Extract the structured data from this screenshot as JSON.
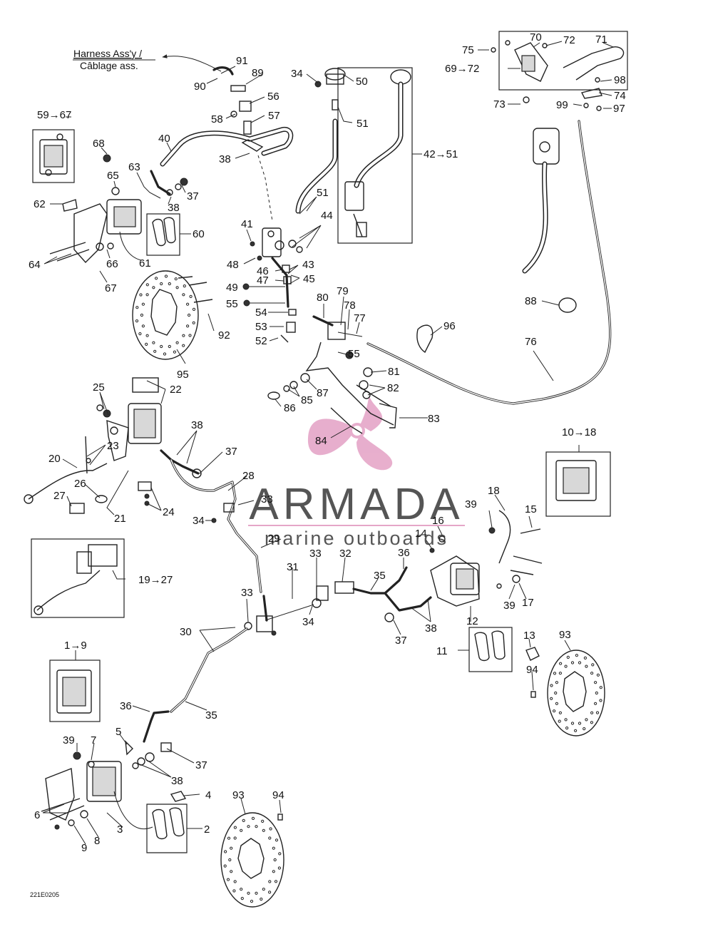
{
  "harness_note": {
    "line1": "Harness Ass'y /",
    "line2": "Câblage ass."
  },
  "footer_code": "221E0205",
  "watermark": {
    "brand": "ARMADA",
    "tagline": "marine outboards",
    "logo_color": "#e5a6c8",
    "text_color": "#555555"
  },
  "callouts": [
    {
      "id": "c91",
      "text": "91"
    },
    {
      "id": "c90",
      "text": "90"
    },
    {
      "id": "c89",
      "text": "89"
    },
    {
      "id": "c56",
      "text": "56"
    },
    {
      "id": "c58",
      "text": "58"
    },
    {
      "id": "c57",
      "text": "57"
    },
    {
      "id": "c40",
      "text": "40"
    },
    {
      "id": "c38a",
      "text": "38"
    },
    {
      "id": "c34a",
      "text": "34"
    },
    {
      "id": "c50",
      "text": "50"
    },
    {
      "id": "c51a",
      "text": "51"
    },
    {
      "id": "c51b",
      "text": "51"
    },
    {
      "id": "c42",
      "text": "42→51"
    },
    {
      "id": "c5967",
      "text": "59→67"
    },
    {
      "id": "c68",
      "text": "68"
    },
    {
      "id": "c65",
      "text": "65"
    },
    {
      "id": "c63",
      "text": "63"
    },
    {
      "id": "c37a",
      "text": "37"
    },
    {
      "id": "c38b",
      "text": "38"
    },
    {
      "id": "c62",
      "text": "62"
    },
    {
      "id": "c60",
      "text": "60"
    },
    {
      "id": "c64",
      "text": "64"
    },
    {
      "id": "c66",
      "text": "66"
    },
    {
      "id": "c61",
      "text": "61"
    },
    {
      "id": "c67",
      "text": "67"
    },
    {
      "id": "c44",
      "text": "44"
    },
    {
      "id": "c41",
      "text": "41"
    },
    {
      "id": "c48",
      "text": "48"
    },
    {
      "id": "c46",
      "text": "46"
    },
    {
      "id": "c43",
      "text": "43"
    },
    {
      "id": "c47",
      "text": "47"
    },
    {
      "id": "c45",
      "text": "45"
    },
    {
      "id": "c49",
      "text": "49"
    },
    {
      "id": "c55a",
      "text": "55"
    },
    {
      "id": "c54",
      "text": "54"
    },
    {
      "id": "c53",
      "text": "53"
    },
    {
      "id": "c52",
      "text": "52"
    },
    {
      "id": "c92",
      "text": "92"
    },
    {
      "id": "c95",
      "text": "95"
    },
    {
      "id": "c75",
      "text": "75"
    },
    {
      "id": "c70",
      "text": "70"
    },
    {
      "id": "c72",
      "text": "72"
    },
    {
      "id": "c71",
      "text": "71"
    },
    {
      "id": "c6972",
      "text": "69→72"
    },
    {
      "id": "c98",
      "text": "98"
    },
    {
      "id": "c74",
      "text": "74"
    },
    {
      "id": "c73",
      "text": "73"
    },
    {
      "id": "c99",
      "text": "99"
    },
    {
      "id": "c97",
      "text": "97"
    },
    {
      "id": "c88",
      "text": "88"
    },
    {
      "id": "c80",
      "text": "80"
    },
    {
      "id": "c79",
      "text": "79"
    },
    {
      "id": "c78",
      "text": "78"
    },
    {
      "id": "c77",
      "text": "77"
    },
    {
      "id": "c96",
      "text": "96"
    },
    {
      "id": "c76",
      "text": "76"
    },
    {
      "id": "c55b",
      "text": "55"
    },
    {
      "id": "c81",
      "text": "81"
    },
    {
      "id": "c82",
      "text": "82"
    },
    {
      "id": "c83",
      "text": "83"
    },
    {
      "id": "c87",
      "text": "87"
    },
    {
      "id": "c85",
      "text": "85"
    },
    {
      "id": "c86",
      "text": "86"
    },
    {
      "id": "c84",
      "text": "84"
    },
    {
      "id": "c25",
      "text": "25"
    },
    {
      "id": "c22",
      "text": "22"
    },
    {
      "id": "c23",
      "text": "23"
    },
    {
      "id": "c20",
      "text": "20"
    },
    {
      "id": "c26",
      "text": "26"
    },
    {
      "id": "c27",
      "text": "27"
    },
    {
      "id": "c21",
      "text": "21"
    },
    {
      "id": "c24",
      "text": "24"
    },
    {
      "id": "c38c",
      "text": "38"
    },
    {
      "id": "c37b",
      "text": "37"
    },
    {
      "id": "c28",
      "text": "28"
    },
    {
      "id": "c33a",
      "text": "33"
    },
    {
      "id": "c34b",
      "text": "34"
    },
    {
      "id": "c29",
      "text": "29"
    },
    {
      "id": "c1018",
      "text": "10→18"
    },
    {
      "id": "c18",
      "text": "18"
    },
    {
      "id": "c39a",
      "text": "39"
    },
    {
      "id": "c15",
      "text": "15"
    },
    {
      "id": "c16",
      "text": "16"
    },
    {
      "id": "c14",
      "text": "14"
    },
    {
      "id": "c1927",
      "text": "19→27"
    },
    {
      "id": "c33b",
      "text": "33"
    },
    {
      "id": "c32",
      "text": "32"
    },
    {
      "id": "c36a",
      "text": "36"
    },
    {
      "id": "c31",
      "text": "31"
    },
    {
      "id": "c35a",
      "text": "35"
    },
    {
      "id": "c39b",
      "text": "39"
    },
    {
      "id": "c17",
      "text": "17"
    },
    {
      "id": "c33c",
      "text": "33"
    },
    {
      "id": "c34c",
      "text": "34"
    },
    {
      "id": "c12",
      "text": "12"
    },
    {
      "id": "c38d",
      "text": "38"
    },
    {
      "id": "c37c",
      "text": "37"
    },
    {
      "id": "c30",
      "text": "30"
    },
    {
      "id": "c11",
      "text": "11"
    },
    {
      "id": "c13",
      "text": "13"
    },
    {
      "id": "c93a",
      "text": "93"
    },
    {
      "id": "c94a",
      "text": "94"
    },
    {
      "id": "c19",
      "text": "1→9"
    },
    {
      "id": "c36b",
      "text": "36"
    },
    {
      "id": "c35b",
      "text": "35"
    },
    {
      "id": "c39c",
      "text": "39"
    },
    {
      "id": "c7",
      "text": "7"
    },
    {
      "id": "c5",
      "text": "5"
    },
    {
      "id": "c37d",
      "text": "37"
    },
    {
      "id": "c38e",
      "text": "38"
    },
    {
      "id": "c4",
      "text": "4"
    },
    {
      "id": "c6",
      "text": "6"
    },
    {
      "id": "c8",
      "text": "8"
    },
    {
      "id": "c9",
      "text": "9"
    },
    {
      "id": "c3",
      "text": "3"
    },
    {
      "id": "c2",
      "text": "2"
    },
    {
      "id": "c93b",
      "text": "93"
    },
    {
      "id": "c94b",
      "text": "94"
    }
  ]
}
